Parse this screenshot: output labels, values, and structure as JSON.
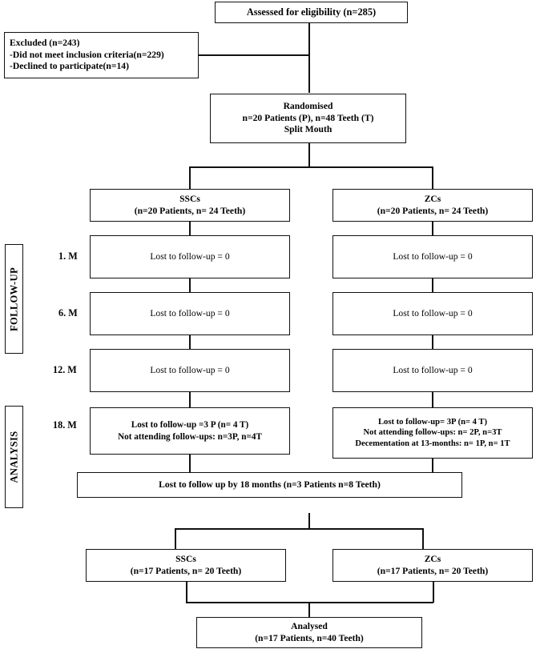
{
  "diagram": {
    "title": "CONSORT participant flow diagram",
    "stage_labels": [
      {
        "id": "follow-up",
        "text": "FOLLOW-UP"
      },
      {
        "id": "analysis",
        "text": "ANALYSIS"
      }
    ],
    "timepoint_labels": [
      {
        "id": "m1",
        "text": "1. M"
      },
      {
        "id": "m6",
        "text": "6. M"
      },
      {
        "id": "m12",
        "text": "12. M"
      },
      {
        "id": "m18",
        "text": "18. M"
      }
    ],
    "boxes": {
      "assessed": {
        "lines": [
          "Assessed for eligibility  (n=285)"
        ]
      },
      "excluded": {
        "lines": [
          "Excluded (n=243)",
          "-Did not meet inclusion criteria(n=229)",
          "-Declined to participate(n=14)"
        ]
      },
      "randomised": {
        "lines": [
          "Randomised",
          "n=20 Patients (P), n=48 Teeth (T)",
          "Split Mouth"
        ]
      },
      "ssc_group": {
        "lines": [
          "SSCs",
          "(n=20 Patients, n= 24 Teeth)"
        ]
      },
      "zc_group": {
        "lines": [
          "ZCs",
          "(n=20 Patients, n= 24 Teeth)"
        ]
      },
      "ssc_m1": {
        "lines": [
          "Lost to follow-up = 0"
        ]
      },
      "zc_m1": {
        "lines": [
          "Lost to follow-up = 0"
        ]
      },
      "ssc_m6": {
        "lines": [
          "Lost to follow-up = 0"
        ]
      },
      "zc_m6": {
        "lines": [
          "Lost to follow-up = 0"
        ]
      },
      "ssc_m12": {
        "lines": [
          "Lost to follow-up = 0"
        ]
      },
      "zc_m12": {
        "lines": [
          "Lost to follow-up = 0"
        ]
      },
      "ssc_m18": {
        "lines": [
          "Lost to follow-up =3 P (n= 4 T)",
          "Not attending follow-ups: n=3P, n=4T"
        ]
      },
      "zc_m18": {
        "lines": [
          "Lost to follow-up= 3P (n= 4 T)",
          "Not attending follow-ups: n= 2P, n=3T",
          "Decementation at 13-months: n= 1P, n= 1T"
        ]
      },
      "lost_total": {
        "lines": [
          "Lost to follow up by 18 months (n=3 Patients n=8 Teeth)"
        ]
      },
      "ssc_final": {
        "lines": [
          "SSCs",
          "(n=17 Patients, n= 20 Teeth)"
        ]
      },
      "zc_final": {
        "lines": [
          "ZCs",
          "(n=17 Patients, n= 20 Teeth)"
        ]
      },
      "analysed": {
        "lines": [
          "Analysed",
          "(n=17  Patients,  n=40 Teeth)"
        ]
      }
    },
    "colors": {
      "line": "#111111",
      "background": "#ffffff",
      "text": "#000000"
    }
  }
}
